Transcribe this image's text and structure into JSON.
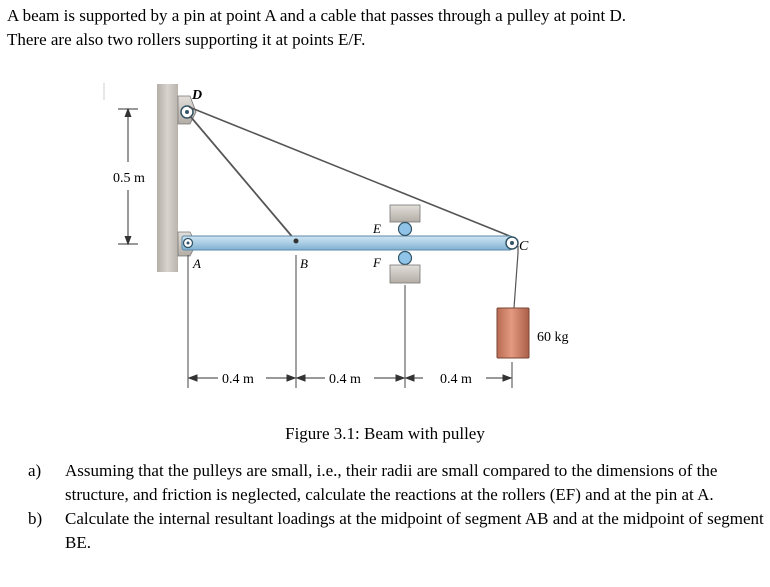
{
  "intro": {
    "line1": "A beam is supported by a pin at point A and a cable that passes through a pulley at point D.",
    "line2": "There are also two rollers supporting it at points E/F."
  },
  "figure": {
    "labels": {
      "D": "D",
      "A": "A",
      "B": "B",
      "C": "C",
      "E": "E",
      "F": "F"
    },
    "height_dim": "0.5 m",
    "span_dims": [
      "0.4 m",
      "0.4 m",
      "0.4 m"
    ],
    "mass": "60 kg",
    "colors": {
      "beam": "#a9cde4",
      "wall": "#c9c3bc",
      "mass": "#cc7f65",
      "roller": "#8fc3e8"
    }
  },
  "caption": "Figure 3.1: Beam with pulley",
  "questions": [
    {
      "label": "a)",
      "text": "Assuming that the pulleys are small, i.e., their radii are small compared to the dimensions of the structure, and friction is neglected, calculate the reactions at the rollers (EF) and at the pin at A."
    },
    {
      "label": "b)",
      "text": "Calculate the internal resultant loadings at the midpoint of segment AB and at the midpoint of segment BE."
    }
  ]
}
